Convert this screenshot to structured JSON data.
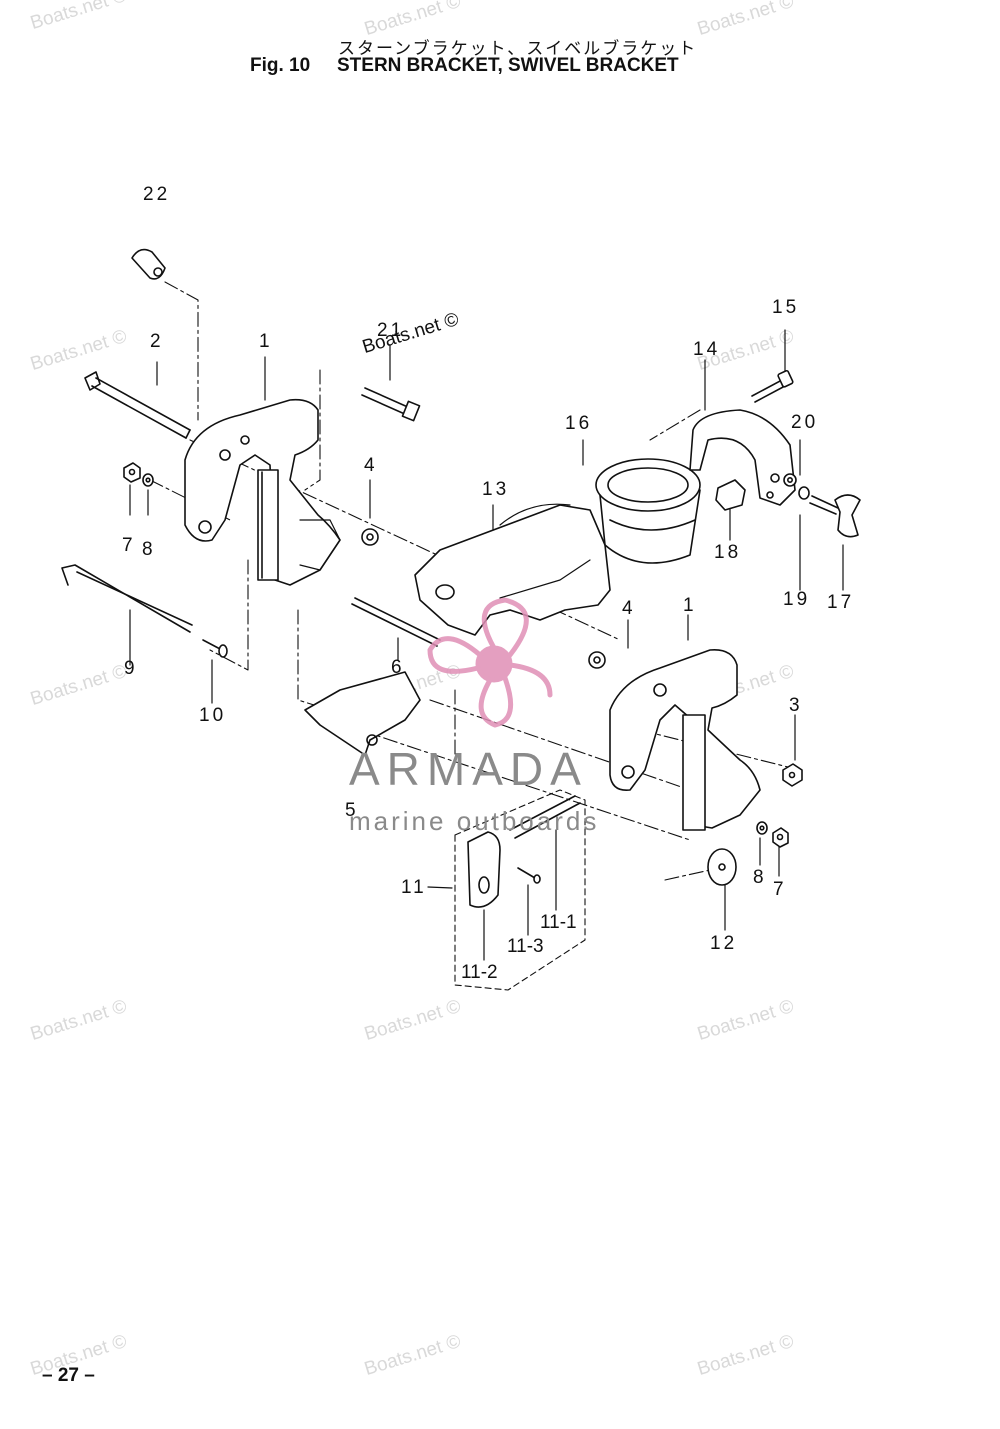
{
  "header": {
    "title_jp": "スターンブラケット、スイベルブラケット",
    "fig_label": "Fig. 10",
    "title_en": "STERN BRACKET, SWIVEL BRACKET"
  },
  "page_number": "– 27 –",
  "watermark_text": "Boats.net ©",
  "logo": {
    "brand": "ARMADA",
    "tagline": "marine outboards",
    "colors": {
      "propeller": "#e08fb6",
      "text": "#8a8a8a"
    }
  },
  "callouts": {
    "c22": "22",
    "c2": "2",
    "c1a": "1",
    "c21": "21",
    "c16": "16",
    "c14": "14",
    "c15": "15",
    "c20": "20",
    "c4a": "4",
    "c13": "13",
    "c7a": "7",
    "c8a": "8",
    "c18": "18",
    "c19": "19",
    "c17": "17",
    "c4b": "4",
    "c1b": "1",
    "c9": "9",
    "c6": "6",
    "c10": "10",
    "c3": "3",
    "c5": "5",
    "c11": "11",
    "c11_1": "11-1",
    "c11_3": "11-3",
    "c11_2": "11-2",
    "c8b": "8",
    "c7b": "7",
    "c12": "12"
  }
}
